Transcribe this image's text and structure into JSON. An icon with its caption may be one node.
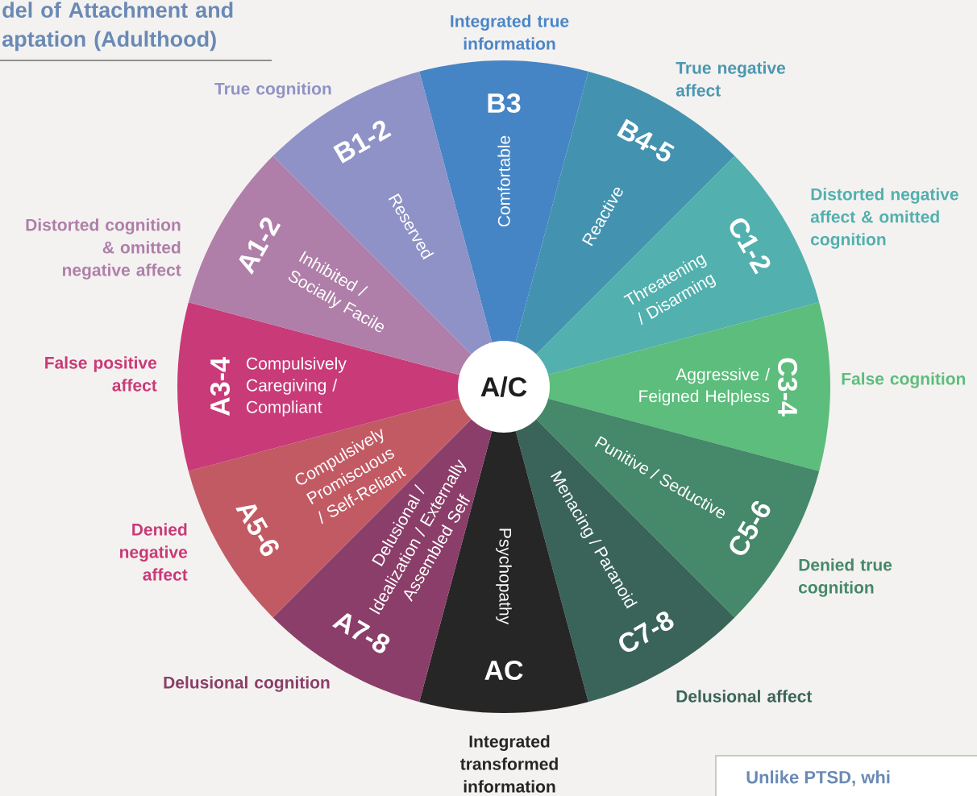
{
  "diagram": {
    "title": "del of Attachment and aptation (Adulthood)",
    "nodes": [
      {
        "text": [
          "B3",
          "Comfortable"
        ],
        "beside": [
          "Integrated true information"
        ]
      },
      {
        "text": [
          "B4-5",
          "Reactive"
        ],
        "beside": [
          "True negative affect"
        ]
      },
      {
        "text": [
          "C1-2",
          "Threatening / Disarming"
        ],
        "beside": [
          "Distorted negative affect & omitted cognition"
        ]
      },
      {
        "text": [
          "C3-4",
          "Aggressive / Feigned Helpless"
        ],
        "beside": [
          "False cognition"
        ]
      },
      {
        "text": [
          "C5-6",
          "Punitive / Seductive"
        ],
        "beside": [
          "Denied true cognition"
        ]
      },
      {
        "text": [
          "C7-8",
          "Menacing / Paranoid"
        ],
        "beside": [
          "Delusional affect"
        ]
      },
      {
        "text": [
          "AC",
          "Psychopathy"
        ],
        "beside": [
          "Integrated transformed information"
        ]
      },
      {
        "text": [
          "A7-8",
          "Delusional / Idealization / Externally Assembled Self"
        ],
        "beside": [
          "Delusional cognition"
        ]
      },
      {
        "text": [
          "A5-6",
          "Compulsively Promiscuous / Self-Reliant"
        ],
        "beside": [
          "Denied negative affect"
        ]
      },
      {
        "text": [
          "A3-4",
          "Compulsively Caregiving / Compliant"
        ],
        "beside": [
          "False positive affect"
        ]
      },
      {
        "text": [
          "A1-2",
          "Inhibited / Socially Facile"
        ],
        "beside": [
          "Distorted cognition & omitted negative affect"
        ]
      },
      {
        "text": [
          "B1-2",
          "Reserved"
        ],
        "beside": [
          "True cognition"
        ]
      },
      {
        "text": [
          "A/C"
        ]
      },
      {
        "text": [
          "Unlike PTSD, whi"
        ]
      }
    ]
  }
}
